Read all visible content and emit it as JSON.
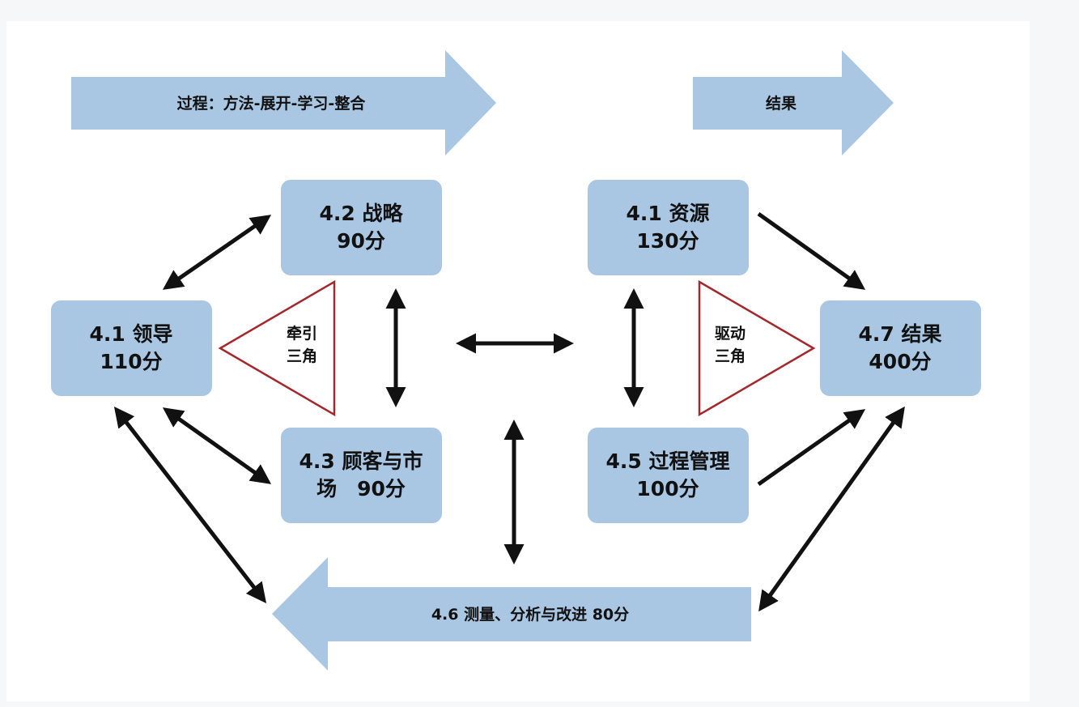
{
  "colors": {
    "box_fill": "#a9c6e2",
    "box_stroke": "#9bbbdb",
    "triangle_stroke": "#a3282c",
    "connector": "#111111",
    "background": "#ffffff"
  },
  "header": {
    "process_label": "过程：方法-展开-学习-整合",
    "result_label": "结果"
  },
  "boxes": {
    "strategy": {
      "line1": "4.2 战略",
      "line2": "90分"
    },
    "resources": {
      "line1": "4.1 资源",
      "line2": "130分"
    },
    "leadership": {
      "line1": "4.1 领导",
      "line2": "110分"
    },
    "results": {
      "line1": "4.7 结果",
      "line2": "400分"
    },
    "customers": {
      "line1": "4.3 顾客与市",
      "line2": "场　90分"
    },
    "process_mgmt": {
      "line1": "4.5 过程管理",
      "line2": "100分"
    }
  },
  "triangles": {
    "traction": {
      "line1": "牵引",
      "line2": "三角"
    },
    "drive": {
      "line1": "驱动",
      "line2": "三角"
    }
  },
  "footer": {
    "measurement_label": "4.6  测量、分析与改进   80分"
  }
}
